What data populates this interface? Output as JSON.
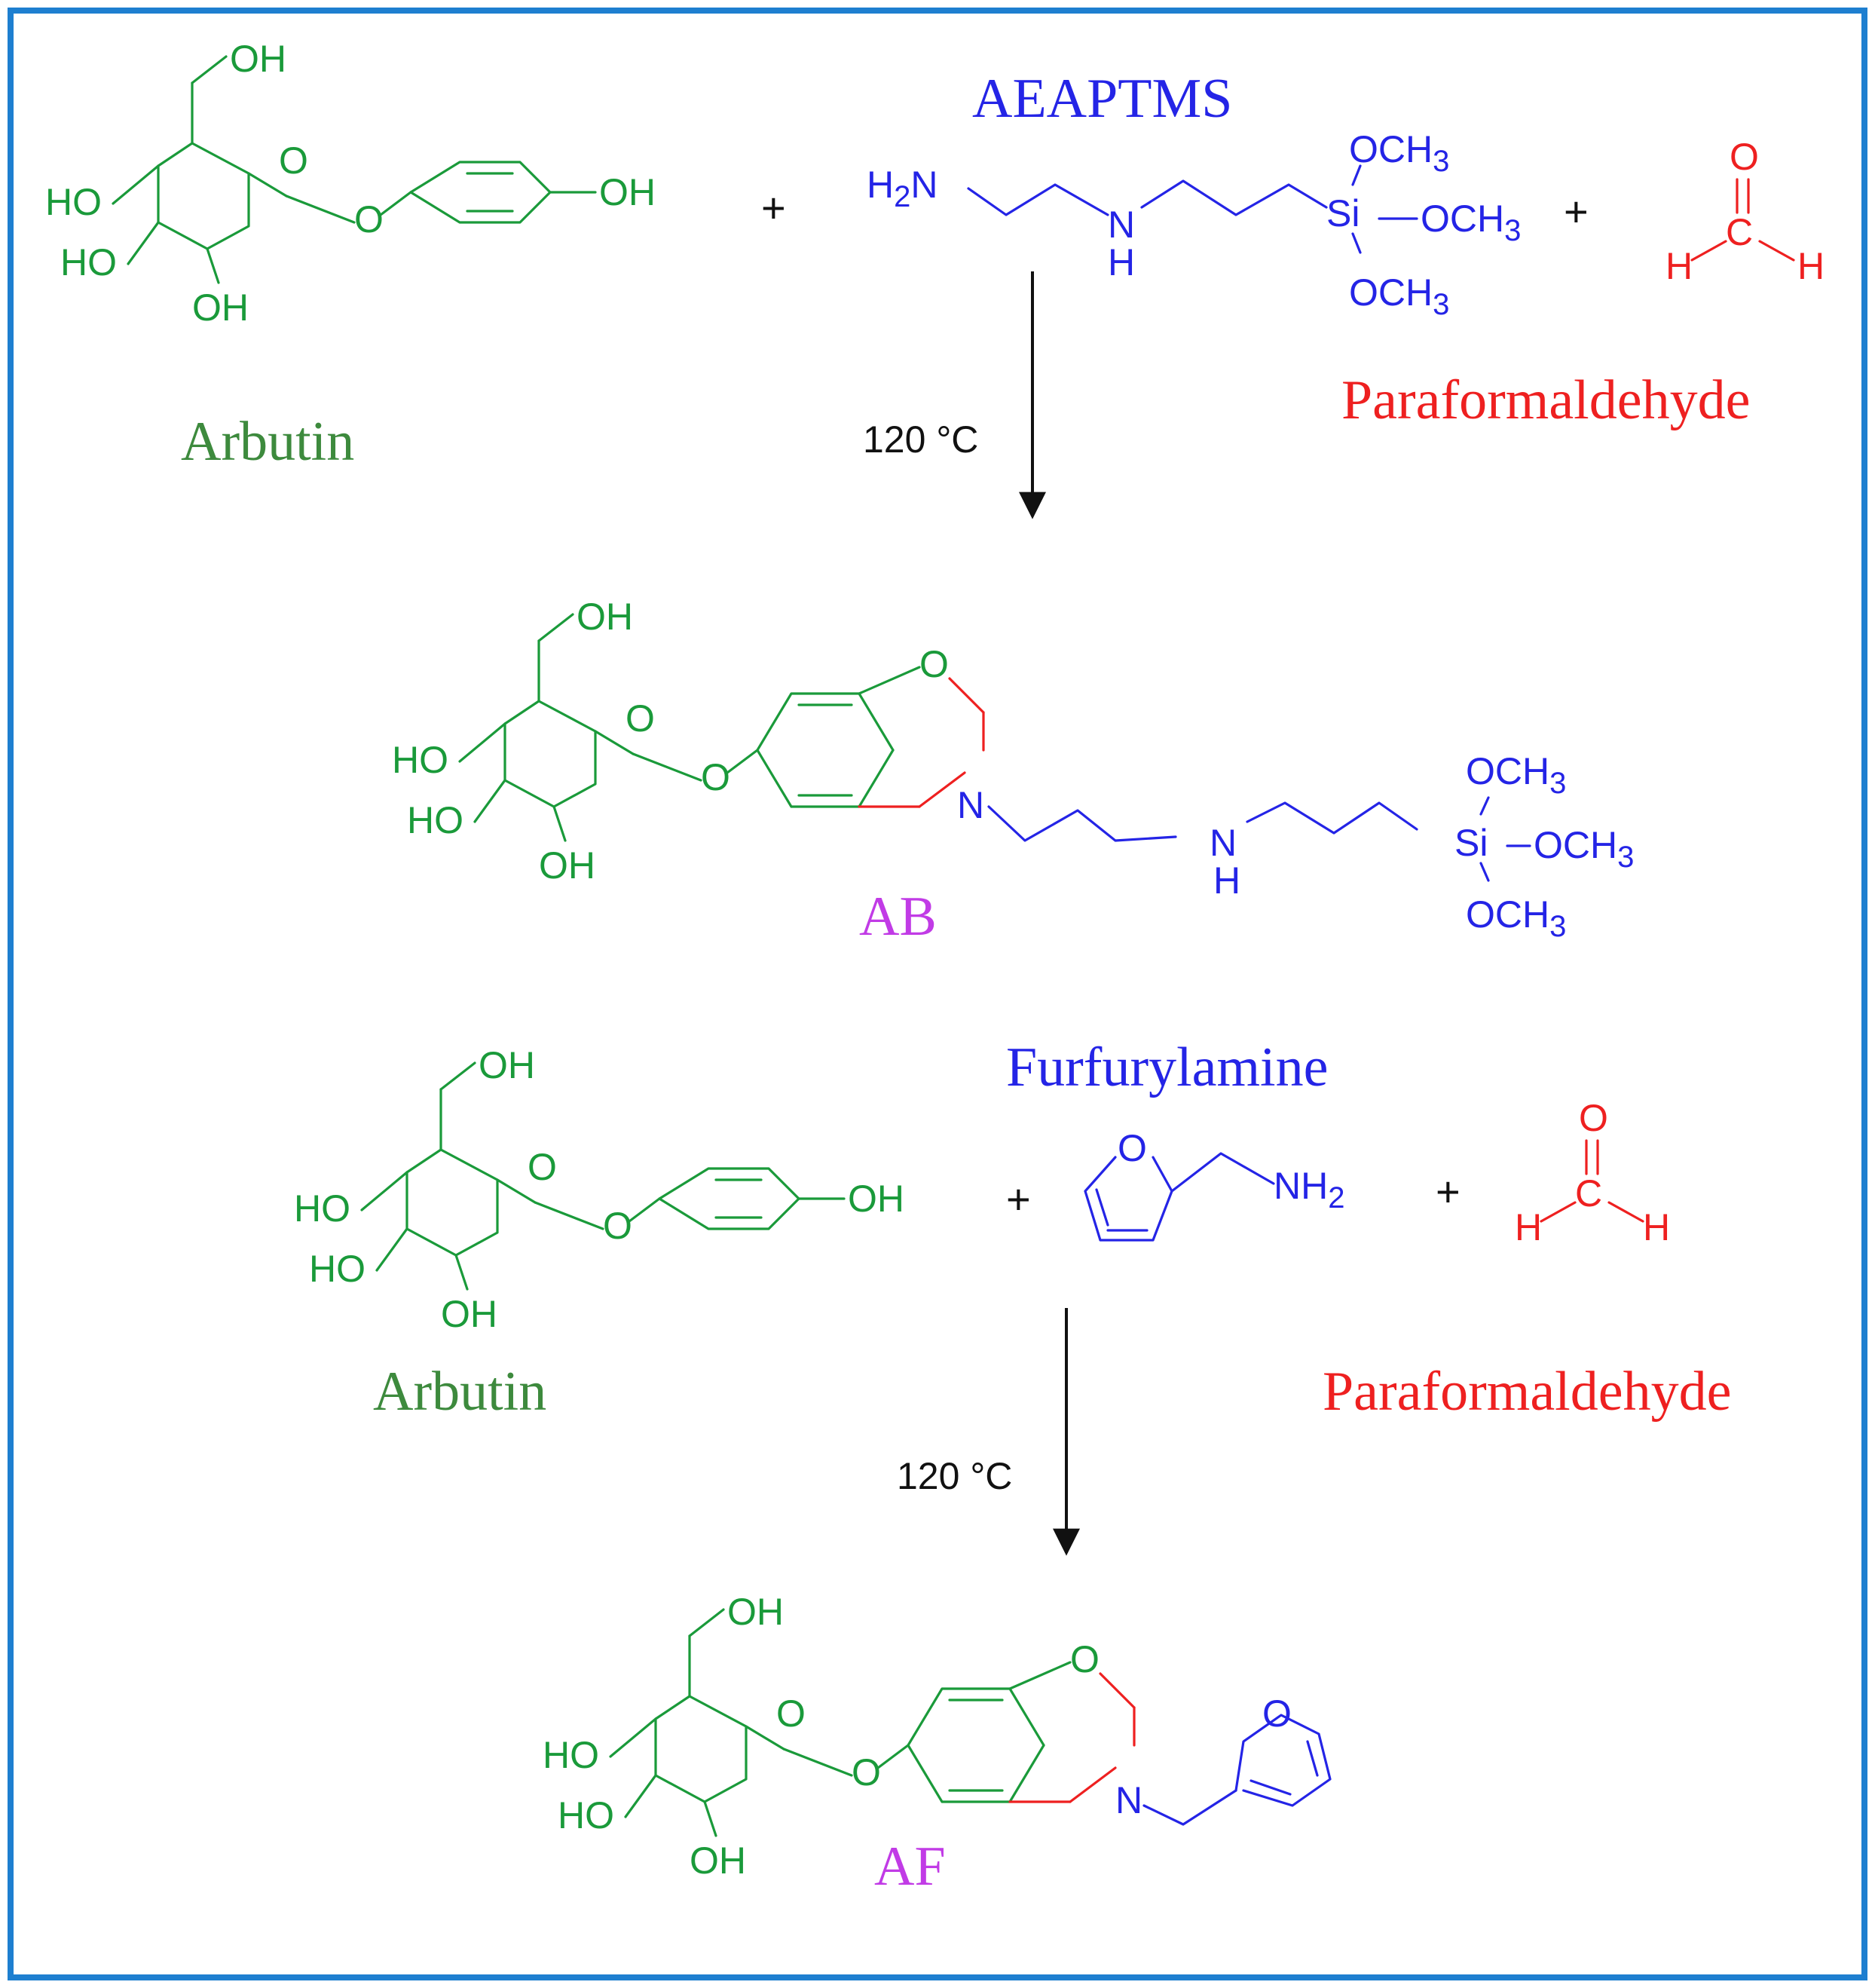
{
  "colors": {
    "frame": "#1e7fd0",
    "arbutin": "#1a9a3a",
    "arbutin_name": "#3d8a3d",
    "amine": "#2424e6",
    "aldehyde": "#ee2020",
    "product": "#c13be6",
    "arrow": "#111111"
  },
  "scheme1": {
    "reactant1_name": "Arbutin",
    "reactant2_name": "AEAPTMS",
    "reactant3_name": "Paraformaldehyde",
    "plus": "+",
    "condition": "120 °C",
    "product_name": "AB"
  },
  "scheme2": {
    "reactant1_name": "Arbutin",
    "reactant2_name": "Furfurylamine",
    "reactant3_name": "Paraformaldehyde",
    "plus": "+",
    "condition": "120 °C",
    "product_name": "AF"
  },
  "atoms": {
    "OH": "OH",
    "HO": "HO",
    "O": "O",
    "N": "N",
    "H": "H",
    "Si": "Si",
    "C": "C",
    "H2N": "H2N",
    "NH2": "NH2",
    "OCH3": "OCH3"
  }
}
